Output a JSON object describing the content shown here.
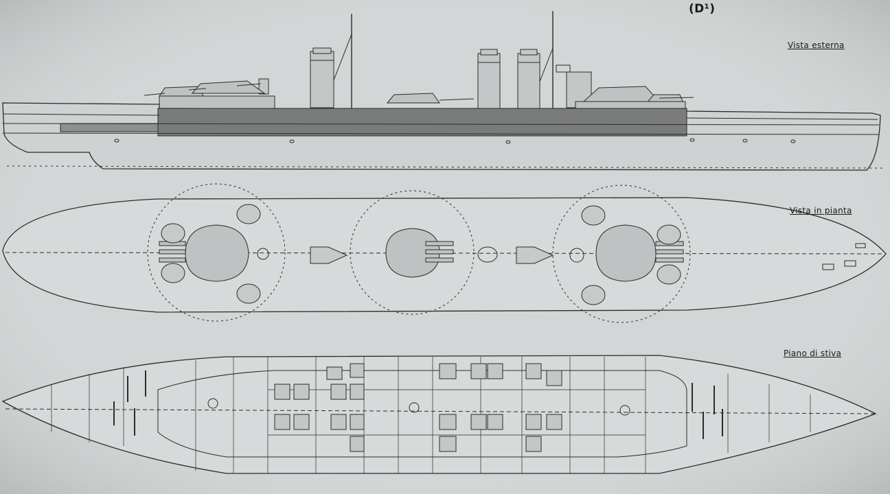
{
  "sheet_code": "(D¹)",
  "views": {
    "exterior_label": "Vista esterna",
    "plan_label": "Vista in pianta",
    "hold_label": "Piano di stiva"
  },
  "colors": {
    "paper": "#d3d6d6",
    "ink": "#2b2b2b",
    "belt": "#7a7c7c",
    "deck": "#a9acac"
  }
}
